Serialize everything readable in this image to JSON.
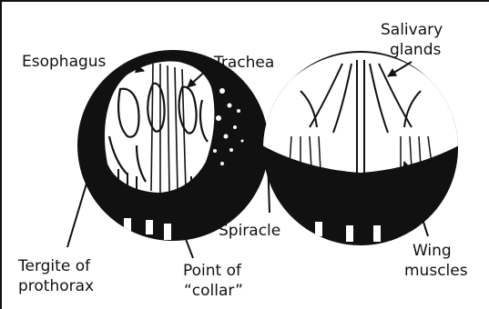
{
  "labels": {
    "esophagus": "Esophagus",
    "trachea": "Trachea",
    "salivary_1": "Salivary",
    "salivary_2": "glands",
    "tergite_1": "Tergite of",
    "tergite_2": "prothorax",
    "point_1": "Point of",
    "point_2": "“collar”",
    "spiracle": "Spiracle",
    "wing_1": "Wing",
    "wing_2": "muscles"
  }
}
